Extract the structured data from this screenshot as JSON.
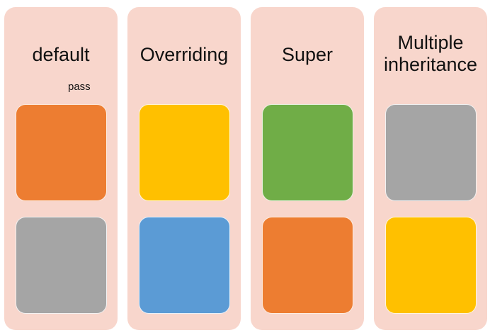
{
  "columns": [
    {
      "title": "default",
      "note": "pass",
      "tiles": [
        {
          "color": "#ed7d31"
        },
        {
          "color": "#a5a5a5"
        }
      ]
    },
    {
      "title": "Overriding",
      "tiles": [
        {
          "color": "#ffc000"
        },
        {
          "color": "#5b9bd5"
        }
      ]
    },
    {
      "title": "Super",
      "tiles": [
        {
          "color": "#70ad47"
        },
        {
          "color": "#ed7d31"
        }
      ]
    },
    {
      "title": "Multiple inheritance",
      "tiles": [
        {
          "color": "#a5a5a5"
        },
        {
          "color": "#ffc000"
        }
      ]
    }
  ]
}
